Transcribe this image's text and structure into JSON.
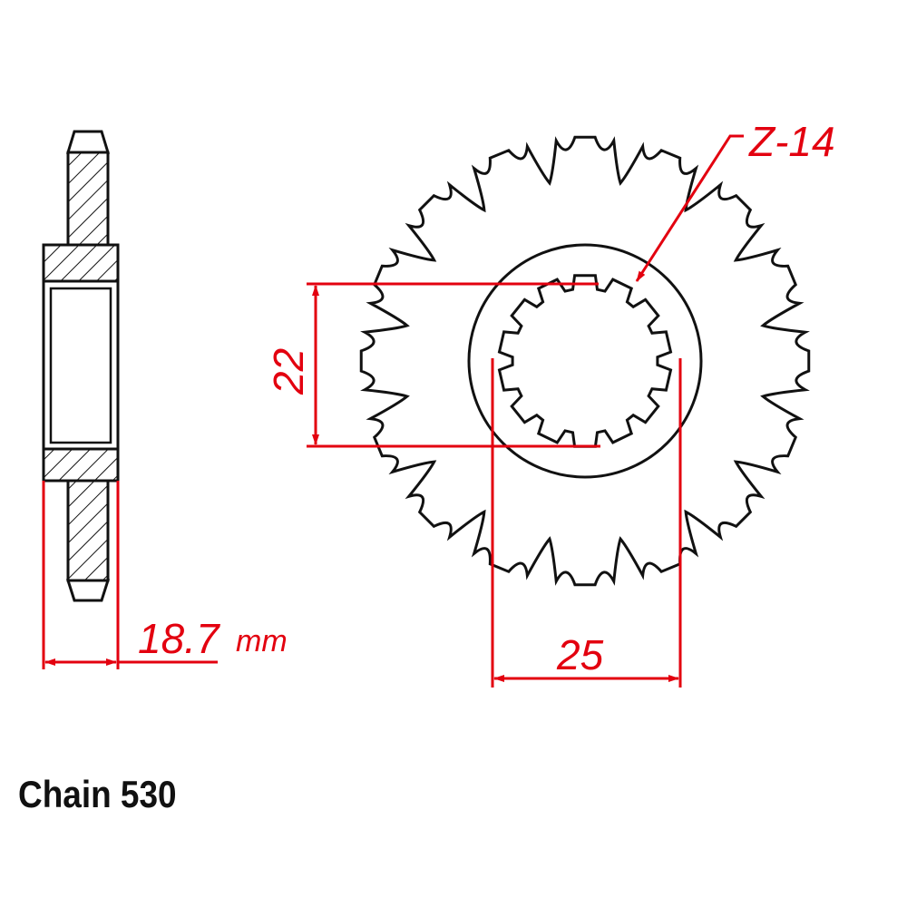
{
  "drawing": {
    "teeth_label": "Z-14",
    "bore_height": "22",
    "spline_width": "25",
    "thickness_value": "18.7",
    "thickness_unit": "mm",
    "chain_label": "Chain 530",
    "sprocket_teeth": 16,
    "spline_teeth": 14
  },
  "colors": {
    "outline": "#111111",
    "dimension": "#e3000f"
  }
}
